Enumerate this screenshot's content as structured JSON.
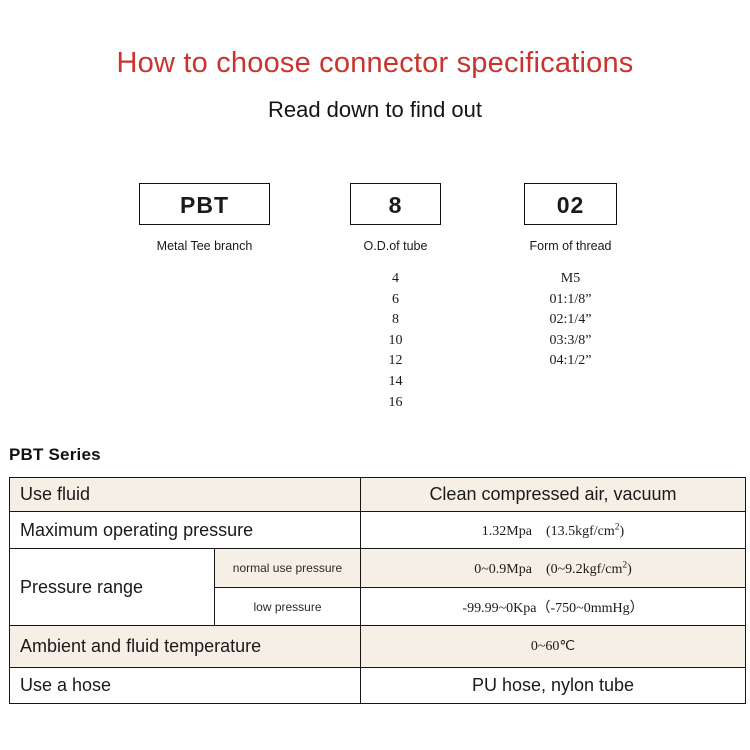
{
  "header": {
    "title": "How to choose connector specifications",
    "subtitle": "Read down to find out",
    "title_color": "#c9342c"
  },
  "code_breakdown": {
    "columns": [
      {
        "code": "PBT",
        "label": "Metal Tee branch",
        "options": []
      },
      {
        "code": "8",
        "label": "O.D.of tube",
        "options": [
          "4",
          "6",
          "8",
          "10",
          "12",
          "14",
          "16"
        ]
      },
      {
        "code": "02",
        "label": "Form of thread",
        "options": [
          "M5",
          "01:1/8”",
          "02:1/4”",
          "03:3/8”",
          "04:1/2”"
        ]
      }
    ]
  },
  "spec": {
    "heading": "PBT Series",
    "accent_row_color": "#f6efe6",
    "rows": [
      {
        "label": "Use fluid",
        "sublabel": null,
        "value": "Clean compressed air, vacuum",
        "value_prefix": null,
        "value_sup": null,
        "value_suffix": null,
        "shade": "beige",
        "value_size": "large"
      },
      {
        "label": "Maximum operating pressure",
        "sublabel": null,
        "value": null,
        "value_prefix": "1.32Mpa　(13.5kgf/cm",
        "value_sup": "2",
        "value_suffix": ")",
        "shade": "white",
        "value_size": "small"
      },
      {
        "label": "Pressure range",
        "sublabel": "normal use pressure",
        "value": null,
        "value_prefix": "0~0.9Mpa　(0~9.2kgf/cm",
        "value_sup": "2",
        "value_suffix": ")",
        "shade": "beige",
        "value_size": "small"
      },
      {
        "label": "",
        "sublabel": "low pressure",
        "value": "-99.99~0Kpa（-750~0mmHg）",
        "value_prefix": null,
        "value_sup": null,
        "value_suffix": null,
        "shade": "white",
        "value_size": "small"
      },
      {
        "label": "Ambient and fluid temperature",
        "sublabel": null,
        "value": "0~60℃",
        "value_prefix": null,
        "value_sup": null,
        "value_suffix": null,
        "shade": "beige",
        "value_size": "small"
      },
      {
        "label": "Use a hose",
        "sublabel": null,
        "value": "PU hose, nylon tube",
        "value_prefix": null,
        "value_sup": null,
        "value_suffix": null,
        "shade": "white",
        "value_size": "large"
      }
    ]
  }
}
